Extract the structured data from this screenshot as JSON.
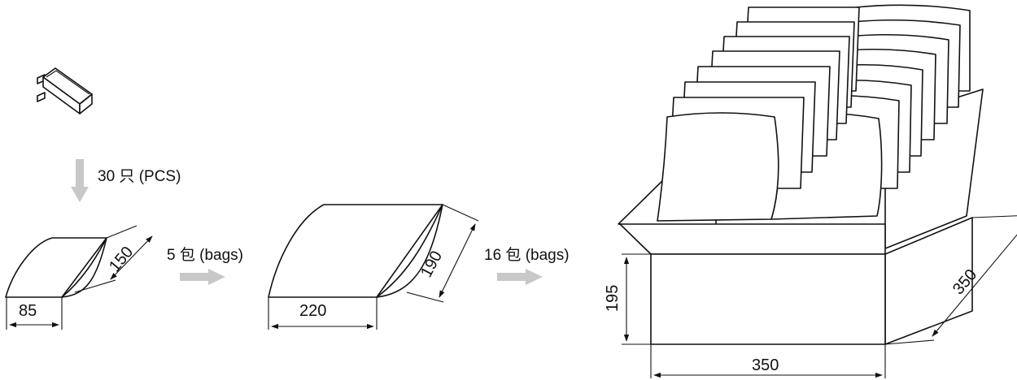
{
  "steps": {
    "pcs_per_bag": "30 只 (PCS)",
    "bags_per_pack": "5 包 (bags)",
    "packs_per_carton": "16 包 (bags)"
  },
  "small_bag": {
    "width": "85",
    "depth": "150"
  },
  "large_bag": {
    "width": "220",
    "depth": "190"
  },
  "carton": {
    "height": "195",
    "depth": "350",
    "width": "350"
  },
  "colors": {
    "arrow": "#c8c8c8",
    "line": "#111111"
  },
  "icons": [
    "product-icon",
    "down-arrow-icon",
    "right-arrow-icon"
  ]
}
